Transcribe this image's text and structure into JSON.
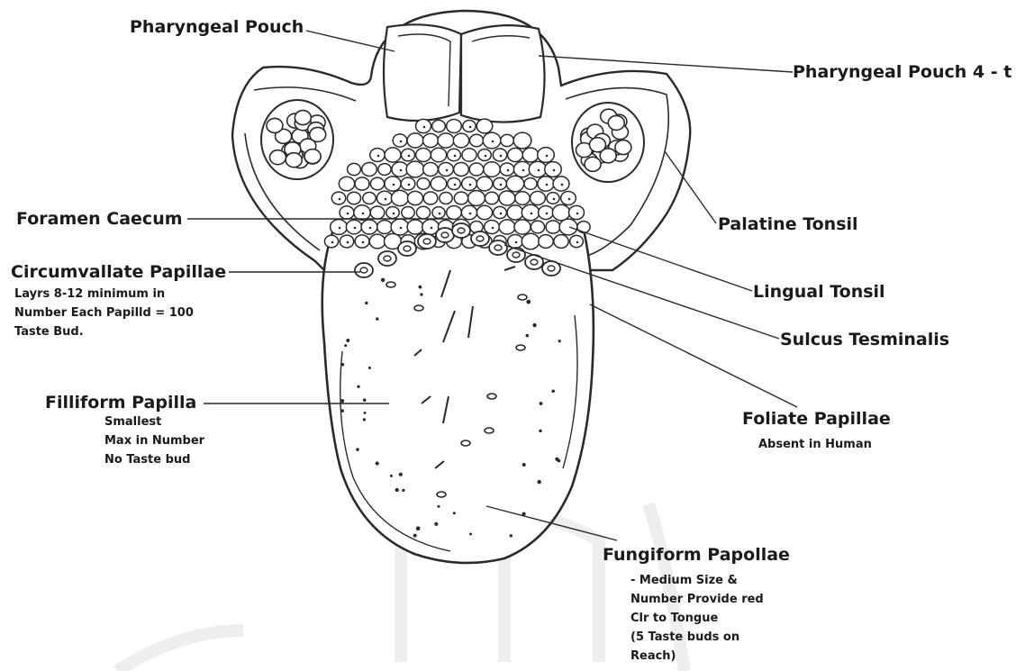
{
  "labels": {
    "pharyngeal_pouch": "Pharyngeal Pouch",
    "pharyngeal_pouch_4t": "Pharyngeal Pouch 4 - t",
    "foramen_caecum": "Foramen Caecum",
    "palatine_tonsil": "Palatine Tonsil",
    "circumvallate": "Circumvallate Papillae",
    "circumvallate_note": [
      "Layrs 8-12 minimum in",
      "Number Each Papilld = 100",
      "Taste Bud."
    ],
    "lingual_tonsil": "Lingual Tonsil",
    "sulcus": "Sulcus Tesminalis",
    "filliform": "Filliform Papilla",
    "filliform_note": [
      "Smallest",
      "Max in Number",
      "No Taste bud"
    ],
    "foliate": "Foliate Papillae",
    "foliate_note": "Absent in Human",
    "fungiform": "Fungiform Papollae",
    "fungiform_note": [
      "- Medium Size &",
      "Number Provide red",
      "Clr to Tongue",
      "(5 Taste buds on",
      "Reach)"
    ]
  }
}
